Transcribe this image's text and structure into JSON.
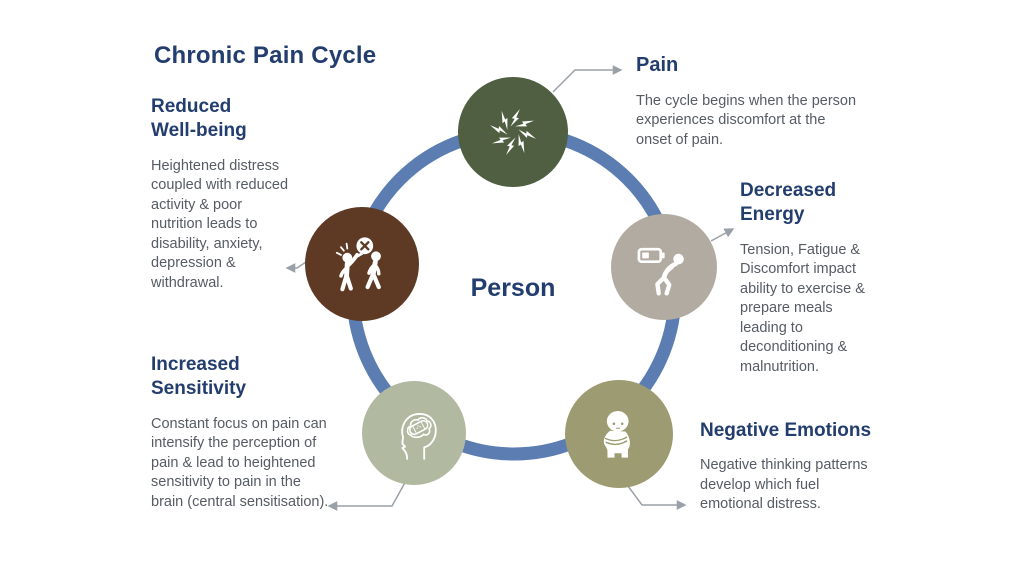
{
  "title": "Chronic Pain Cycle",
  "center": {
    "label": "Person"
  },
  "colors": {
    "heading": "#223d6e",
    "body_text": "#565b64",
    "ring": "#5b7db1",
    "connector": "#9aa0a8",
    "background": "#ffffff",
    "node_pain": "#505e42",
    "node_energy": "#b2aba1",
    "node_negative": "#9c9b72",
    "node_sensitivity": "#b1b9a1",
    "node_wellbeing": "#5e3a25"
  },
  "nodes": [
    {
      "id": "pain",
      "label": "Pain",
      "description": "The cycle begins when the person experiences discomfort at the onset of pain.",
      "color": "#505e42",
      "icon": "pain-burst-icon"
    },
    {
      "id": "decreased-energy",
      "label": "Decreased Energy",
      "description": "Tension, Fatigue & Discomfort impact ability to exercise & prepare meals leading to deconditioning & malnutrition.",
      "color": "#b2aba1",
      "icon": "low-battery-person-icon"
    },
    {
      "id": "negative-emotions",
      "label": "Negative Emotions",
      "description": "Negative thinking patterns develop which fuel emotional distress.",
      "color": "#9c9b72",
      "icon": "sad-sitting-person-icon"
    },
    {
      "id": "increased-sensitivity",
      "label": "Increased Sensitivity",
      "description": "Constant focus on pain can intensify the perception of pain & lead to heightened sensitivity to pain in the brain (central sensitisation).",
      "color": "#b1b9a1",
      "icon": "head-brain-bandage-icon"
    },
    {
      "id": "reduced-wellbeing",
      "label": "Reduced Well-being",
      "description": "Heightened distress coupled with reduced activity & poor nutrition leads to disability, anxiety, depression & withdrawal.",
      "color": "#5e3a25",
      "icon": "conflict-people-icon"
    }
  ]
}
